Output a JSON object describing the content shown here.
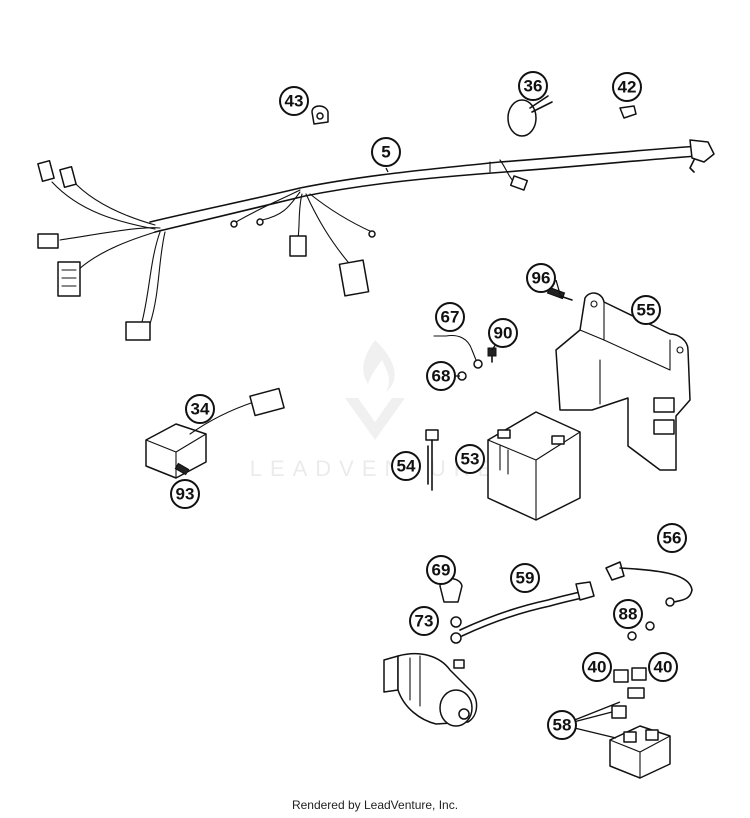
{
  "watermark": {
    "text": "LEADVENTURE"
  },
  "callouts": [
    {
      "id": "c43",
      "label": "43"
    },
    {
      "id": "c36",
      "label": "36"
    },
    {
      "id": "c42",
      "label": "42"
    },
    {
      "id": "c5",
      "label": "5"
    },
    {
      "id": "c96",
      "label": "96"
    },
    {
      "id": "c55",
      "label": "55"
    },
    {
      "id": "c67",
      "label": "67"
    },
    {
      "id": "c90",
      "label": "90"
    },
    {
      "id": "c68",
      "label": "68"
    },
    {
      "id": "c34",
      "label": "34"
    },
    {
      "id": "c54",
      "label": "54"
    },
    {
      "id": "c53",
      "label": "53"
    },
    {
      "id": "c93",
      "label": "93"
    },
    {
      "id": "c56",
      "label": "56"
    },
    {
      "id": "c69",
      "label": "69"
    },
    {
      "id": "c59",
      "label": "59"
    },
    {
      "id": "c73",
      "label": "73"
    },
    {
      "id": "c88",
      "label": "88"
    },
    {
      "id": "c40a",
      "label": "40"
    },
    {
      "id": "c40b",
      "label": "40"
    },
    {
      "id": "c58",
      "label": "58"
    }
  ],
  "footer": {
    "text": "Rendered by LeadVenture, Inc."
  }
}
